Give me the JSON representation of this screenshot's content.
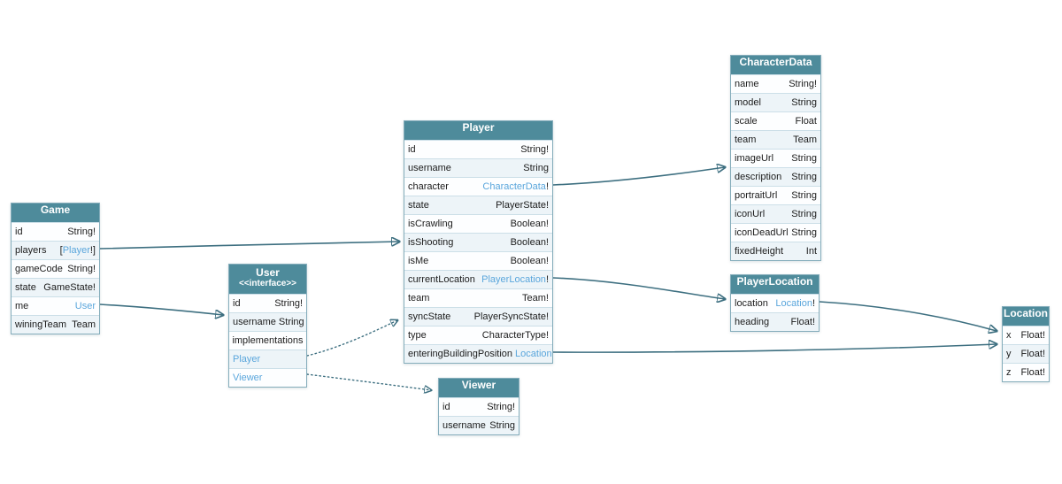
{
  "diagram": {
    "kind": "graphql-schema-type-diagram",
    "colors": {
      "header_bg": "#4e8b9b",
      "header_text": "#ffffff",
      "row_alt_bg": "#edf4f8",
      "row_bg": "#fdfeff",
      "border": "#85adbb",
      "type_link": "#5aa6dc",
      "edge": "#3d6f80",
      "text": "#1c1c1c"
    },
    "tables": [
      {
        "id": "game",
        "title": "Game",
        "rows": [
          {
            "kind": "field",
            "name": "id",
            "type": "String!"
          },
          {
            "kind": "field",
            "name": "players",
            "type": "[Player!]",
            "link": "Player"
          },
          {
            "kind": "field",
            "name": "gameCode",
            "type": "String!"
          },
          {
            "kind": "field",
            "name": "state",
            "type": "GameState!"
          },
          {
            "kind": "field",
            "name": "me",
            "type": "User",
            "link": "User"
          },
          {
            "kind": "field",
            "name": "winingTeam",
            "type": "Team"
          }
        ]
      },
      {
        "id": "user",
        "title": "User",
        "subtitle": "<<interface>>",
        "rows": [
          {
            "kind": "field",
            "name": "id",
            "type": "String!"
          },
          {
            "kind": "field",
            "name": "username",
            "type": "String"
          },
          {
            "kind": "section",
            "label": "implementations"
          },
          {
            "kind": "link",
            "label": "Player"
          },
          {
            "kind": "link",
            "label": "Viewer"
          }
        ]
      },
      {
        "id": "player",
        "title": "Player",
        "rows": [
          {
            "kind": "field",
            "name": "id",
            "type": "String!"
          },
          {
            "kind": "field",
            "name": "username",
            "type": "String"
          },
          {
            "kind": "field",
            "name": "character",
            "type": "CharacterData!",
            "link": "CharacterData"
          },
          {
            "kind": "field",
            "name": "state",
            "type": "PlayerState!"
          },
          {
            "kind": "field",
            "name": "isCrawling",
            "type": "Boolean!"
          },
          {
            "kind": "field",
            "name": "isShooting",
            "type": "Boolean!"
          },
          {
            "kind": "field",
            "name": "isMe",
            "type": "Boolean!"
          },
          {
            "kind": "field",
            "name": "currentLocation",
            "type": "PlayerLocation!",
            "link": "PlayerLocation"
          },
          {
            "kind": "field",
            "name": "team",
            "type": "Team!"
          },
          {
            "kind": "field",
            "name": "syncState",
            "type": "PlayerSyncState!"
          },
          {
            "kind": "field",
            "name": "type",
            "type": "CharacterType!"
          },
          {
            "kind": "field",
            "name": "enteringBuildingPosition",
            "type": "Location",
            "link": "Location"
          }
        ]
      },
      {
        "id": "viewer",
        "title": "Viewer",
        "rows": [
          {
            "kind": "field",
            "name": "id",
            "type": "String!"
          },
          {
            "kind": "field",
            "name": "username",
            "type": "String"
          }
        ]
      },
      {
        "id": "characterdata",
        "title": "CharacterData",
        "rows": [
          {
            "kind": "field",
            "name": "name",
            "type": "String!"
          },
          {
            "kind": "field",
            "name": "model",
            "type": "String"
          },
          {
            "kind": "field",
            "name": "scale",
            "type": "Float"
          },
          {
            "kind": "field",
            "name": "team",
            "type": "Team"
          },
          {
            "kind": "field",
            "name": "imageUrl",
            "type": "String"
          },
          {
            "kind": "field",
            "name": "description",
            "type": "String"
          },
          {
            "kind": "field",
            "name": "portraitUrl",
            "type": "String"
          },
          {
            "kind": "field",
            "name": "iconUrl",
            "type": "String"
          },
          {
            "kind": "field",
            "name": "iconDeadUrl",
            "type": "String"
          },
          {
            "kind": "field",
            "name": "fixedHeight",
            "type": "Int"
          }
        ]
      },
      {
        "id": "playerlocation",
        "title": "PlayerLocation",
        "rows": [
          {
            "kind": "field",
            "name": "location",
            "type": "Location!",
            "link": "Location"
          },
          {
            "kind": "field",
            "name": "heading",
            "type": "Float!"
          }
        ]
      },
      {
        "id": "location",
        "title": "Location",
        "rows": [
          {
            "kind": "field",
            "name": "x",
            "type": "Float!"
          },
          {
            "kind": "field",
            "name": "y",
            "type": "Float!"
          },
          {
            "kind": "field",
            "name": "z",
            "type": "Float!"
          }
        ]
      }
    ],
    "relationships": [
      {
        "from": "Game.players",
        "to": "Player",
        "style": "solid"
      },
      {
        "from": "Game.me",
        "to": "User",
        "style": "solid"
      },
      {
        "from": "Player.character",
        "to": "CharacterData",
        "style": "solid"
      },
      {
        "from": "Player.currentLocation",
        "to": "PlayerLocation",
        "style": "solid"
      },
      {
        "from": "Player.enteringBuildingPosition",
        "to": "Location",
        "style": "solid"
      },
      {
        "from": "PlayerLocation.location",
        "to": "Location",
        "style": "solid"
      },
      {
        "from": "User.Player",
        "to": "Player",
        "style": "dotted"
      },
      {
        "from": "User.Viewer",
        "to": "Viewer",
        "style": "dotted"
      }
    ]
  }
}
